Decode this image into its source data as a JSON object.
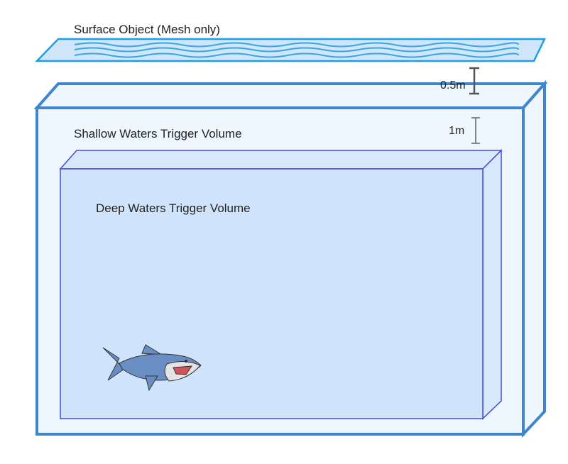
{
  "labels": {
    "surface": "Surface Object (Mesh only)",
    "shallow": "Shallow Waters Trigger Volume",
    "deep": "Deep Waters Trigger Volume",
    "gap_surface": "0.5m",
    "gap_shallow": "1m"
  },
  "colors": {
    "surface_stroke": "#1ea0e6",
    "surface_fill": "#cfe6fb",
    "shallow_stroke": "#3f86cf",
    "shallow_fill": "#eef6fe",
    "deep_stroke": "#4848d8",
    "deep_fill": "#cfe4fb"
  }
}
